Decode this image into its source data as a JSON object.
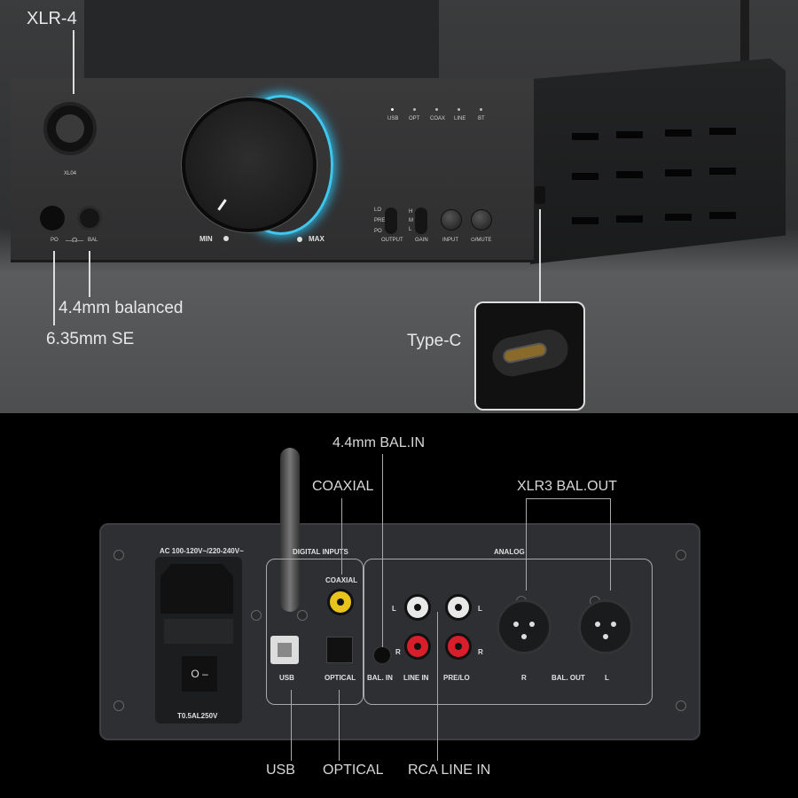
{
  "top_callouts": {
    "xlr4": "XLR-4",
    "balanced_44": "4.4mm balanced",
    "se_635": "6.35mm SE",
    "type_c": "Type-C"
  },
  "front_panel": {
    "xlr4_label": "XL04",
    "jack_labels": {
      "po": "PO",
      "bal": "BAL"
    },
    "volume": {
      "min": "MIN",
      "max": "MAX"
    },
    "input_leds": [
      "USB",
      "OPT",
      "COAX",
      "LINE",
      "BT"
    ],
    "output_switch": {
      "options": [
        "LO",
        "PRE",
        "PO"
      ],
      "label": "OUTPUT"
    },
    "gain_switch": {
      "options": [
        "H",
        "M",
        "L"
      ],
      "label": "GAIN"
    },
    "input_button": "INPUT",
    "mute_button": "⏻/MUTE"
  },
  "rear_panel": {
    "ac_label": "AC 100-120V~/220-240V~",
    "fuse_label": "T0.5AL250V",
    "digital_inputs": "DIGITAL INPUTS",
    "coaxial": "COAXIAL",
    "usb": "USB",
    "optical": "OPTICAL",
    "analog": "ANALOG",
    "bal_in": "BAL. IN",
    "line_in": "LINE IN",
    "pre_lo": "PRE/LO",
    "left": "L",
    "right": "R",
    "bal_out": "BAL. OUT"
  },
  "bottom_callouts": {
    "bal_in_44": "4.4mm BAL.IN",
    "coaxial": "COAXIAL",
    "xlr3_bal_out": "XLR3 BAL.OUT",
    "usb": "USB",
    "optical": "OPTICAL",
    "rca_line_in": "RCA LINE IN"
  },
  "colors": {
    "accent_ring": "#3ec8f0",
    "rca_red": "#d81e2a",
    "coax_yellow": "#e8c31c"
  }
}
